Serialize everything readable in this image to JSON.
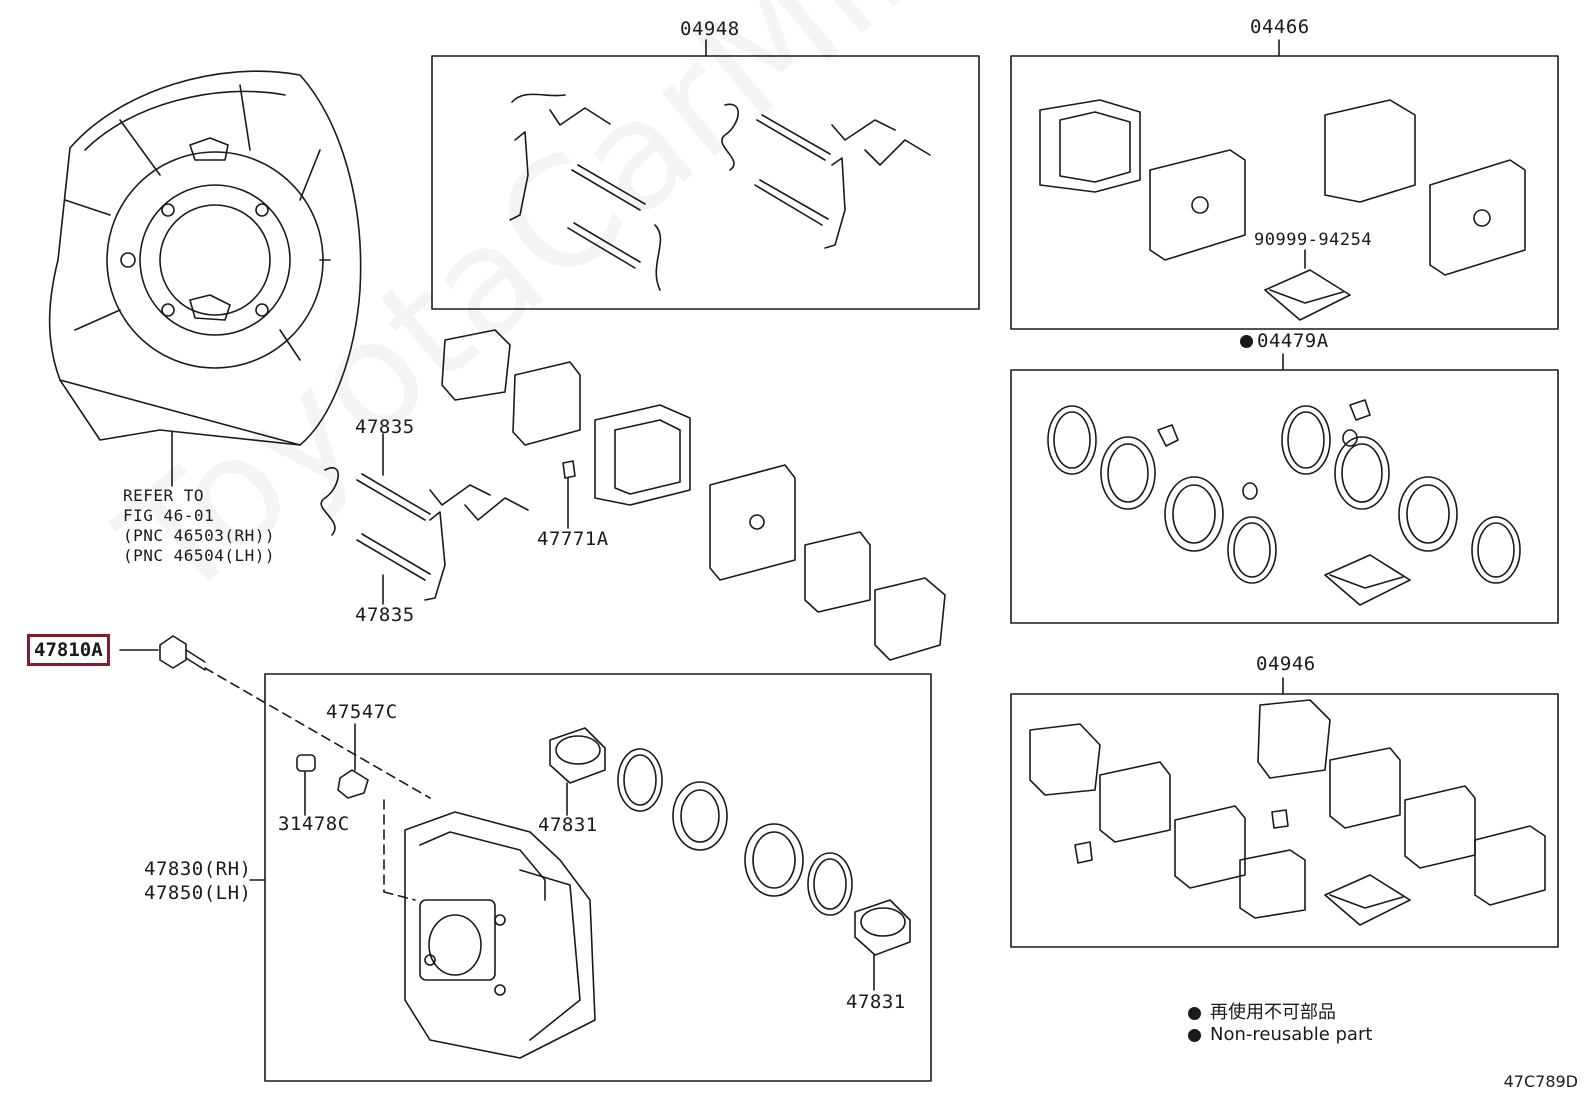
{
  "diagram": {
    "kit_labels": {
      "k04948": "04948",
      "k04466": "04466",
      "k04479A": "04479A",
      "k04946": "04946",
      "k9099994254": "90999-94254"
    },
    "part_labels": {
      "p47835_top": "47835",
      "p47835_bottom": "47835",
      "p47771A": "47771A",
      "p47810A": "47810A",
      "p47547C": "47547C",
      "p31478C": "31478C",
      "p47831_top": "47831",
      "p47831_bottom": "47831",
      "p47830": "47830(RH)",
      "p47850": "47850(LH)"
    },
    "refer_to": {
      "line1": "REFER TO",
      "line2": "FIG 46-01",
      "line3": "(PNC 46503(RH))",
      "line4": "(PNC 46504(LH))"
    },
    "legend": {
      "chinese": "再使用不可部品",
      "english": "Non-reusable part"
    },
    "watermark": "ToyotaCarMine.ru",
    "diagram_code": "47C789D",
    "highlight_color": "#8b1a2b"
  }
}
